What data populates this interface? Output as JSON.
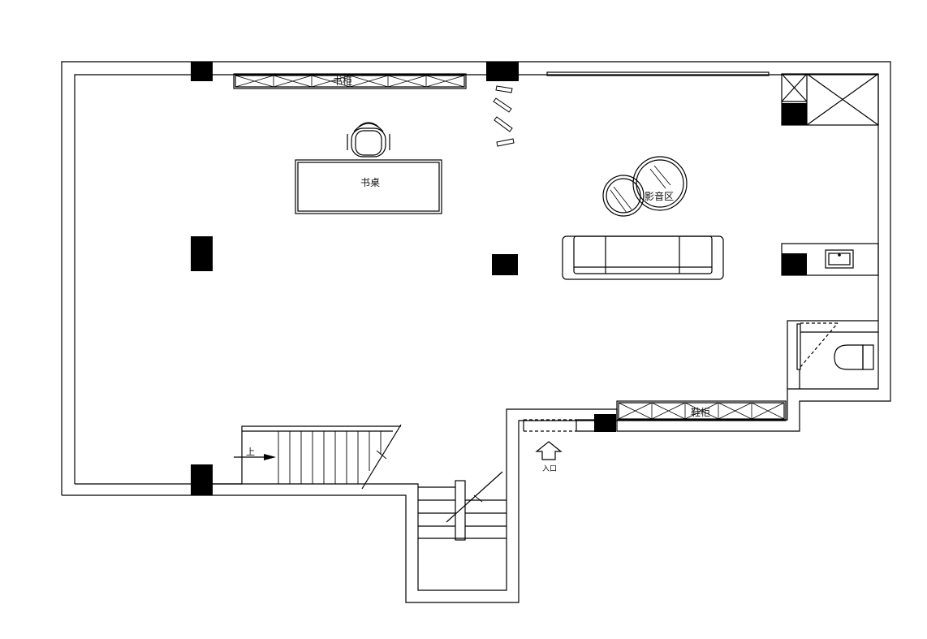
{
  "labels": {
    "bookcase": "书柜",
    "desk": "书桌",
    "media_area": "影音区",
    "shoe_cabinet": "鞋柜",
    "stair_up": "上",
    "entrance": "入口"
  },
  "colors": {
    "wall_line": "#000000",
    "column_fill": "#000000",
    "background": "#ffffff"
  },
  "icons": {
    "entrance_arrow": "up-arrow-outline",
    "stair_direction": "right-arrow"
  }
}
